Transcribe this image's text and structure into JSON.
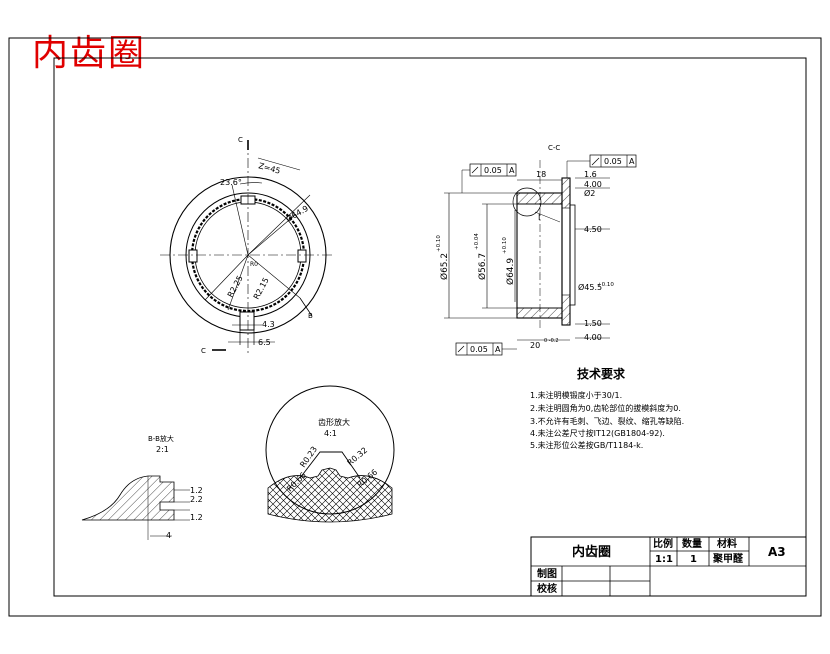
{
  "drawing": {
    "big_title": "内齿圈",
    "section_marker_left": "C",
    "section_marker_left_bottom": "C",
    "section_marker_B": "B",
    "section_view_label": "C-C",
    "teeth_label": "Z=45",
    "angle_label": "23.6°",
    "dia_649": "Ø64.9",
    "r0_label": "R0",
    "dims_center": [
      "R2.25",
      "R2.15"
    ],
    "bottom_dim_43": "4.3",
    "bottom_dim_65": "6.5",
    "dim_18": "18",
    "dim_16": "1.6",
    "dim_400_top": "4.00",
    "dim_cham": "Ø2",
    "dim_450": "4.50",
    "dim_150": "1.50",
    "dim_400_bot": "4.00",
    "dim_width": "20",
    "dim_width_tol": "0\n-0.2",
    "dim_od": "Ø65.2",
    "dim_od_tol": "+0.10",
    "dim_mid": "Ø56.7",
    "dim_mid_tol": "+0.04",
    "dim_id": "Ø64.9",
    "dim_id_tol": "+0.10",
    "dim_small": "Ø45.5",
    "dim_small_tol": "+0.10",
    "dim_I": "I",
    "gdt_flat": "0.05",
    "gdt_datum": "A",
    "gdt_perp": "0.05",
    "gdt_bottom": "0.05",
    "detail_title": "齿形放大",
    "detail_scale": "4:1",
    "detail_dims": [
      "R0.23",
      "R0.32",
      "R0.66",
      "R0.66"
    ],
    "b_view_title": "B-B放大",
    "b_view_scale": "2:1",
    "b_dims": [
      "1.2",
      "2.2",
      "1.2",
      "4"
    ]
  },
  "requirements": {
    "title": "技术要求",
    "items": [
      "1.未注明模锻度小于30/1.",
      "2.未注明圆角为0,齿轮部位的拔模斜度为0.",
      "3.不允许有毛刺、飞边、裂纹、缩孔等缺陷.",
      "4.未注公差尺寸按IT12(GB1804-92).",
      "5.未注形位公差按GB/T1184-k."
    ]
  },
  "title_block": {
    "part_name": "内齿圈",
    "scale_label": "比例",
    "qty_label": "数量",
    "material_label": "材料",
    "scale_value": "1:1",
    "qty_value": "1",
    "material_value": "聚甲醛",
    "sheet_size": "A3",
    "drawn_label": "制图",
    "checked_label": "校核"
  }
}
